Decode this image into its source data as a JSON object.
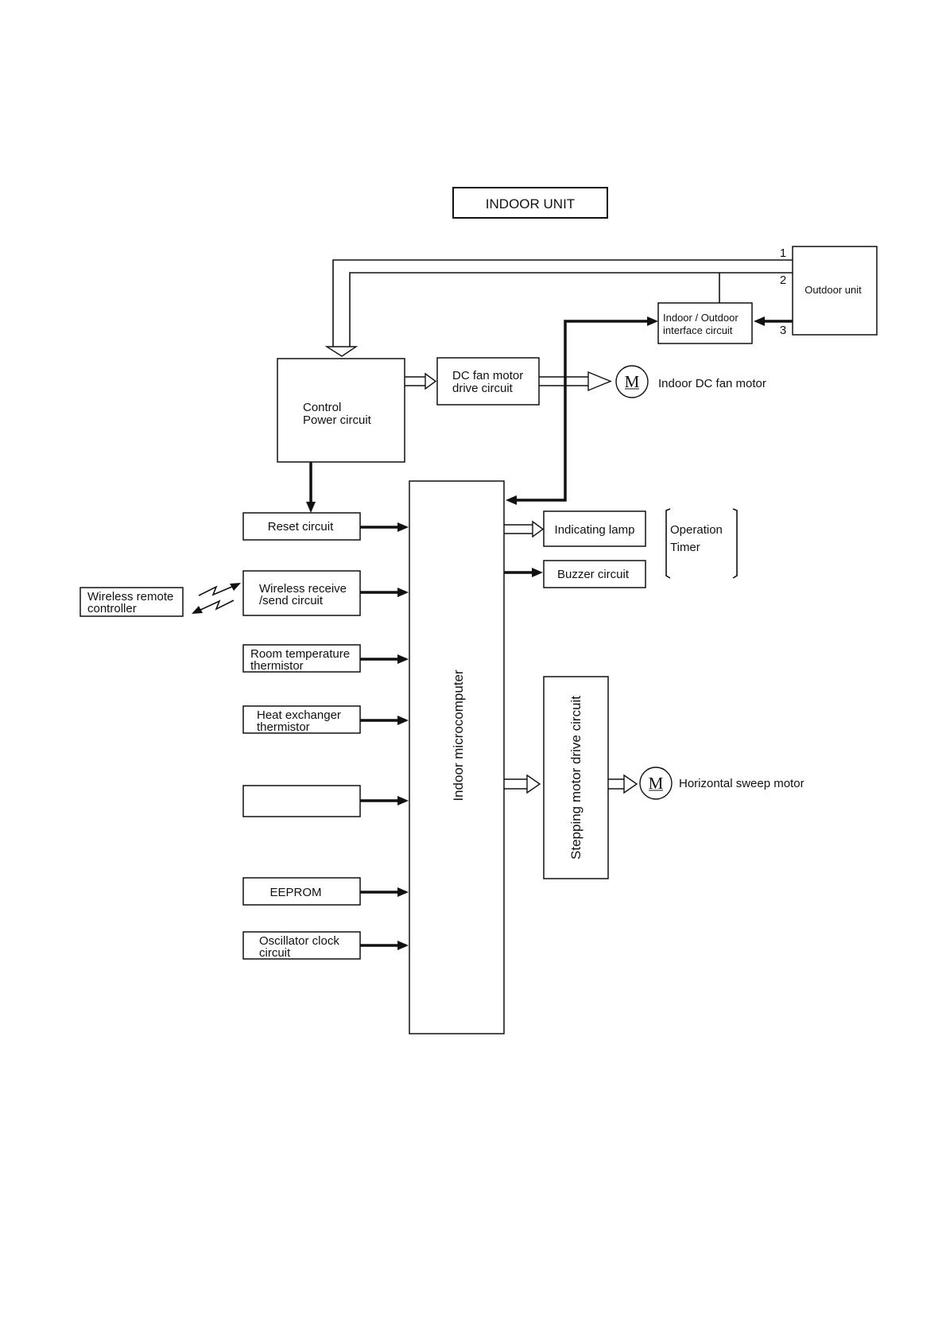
{
  "title": "INDOOR  UNIT",
  "outdoor": {
    "label": "Outdoor unit",
    "terminals": [
      "1",
      "2",
      "3"
    ]
  },
  "interface": {
    "line1": "Indoor / Outdoor",
    "line2": "interface circuit"
  },
  "control_power": {
    "line1": "Control",
    "line2": "Power circuit"
  },
  "dc_fan_drive": {
    "line1": "DC fan motor",
    "line2": "drive circuit"
  },
  "motor_glyph": "M",
  "indoor_fan_motor": "Indoor DC fan motor",
  "reset": "Reset circuit",
  "wireless_remote": {
    "line1": "Wireless remote",
    "line2": "controller"
  },
  "wireless_circuit": {
    "line1": "Wireless receive",
    "line2": "/send circuit"
  },
  "room_thermistor": {
    "line1": "Room temperature",
    "line2": "thermistor"
  },
  "heat_exchanger": {
    "line1": "Heat  exchanger",
    "line2": "thermistor"
  },
  "blank_box": "",
  "eeprom": "EEPROM",
  "oscillator": {
    "line1": "Oscillator clock",
    "line2": "circuit"
  },
  "microcomputer": "Indoor  microcomputer",
  "indicating_lamp": "Indicating  lamp",
  "lamp_group": {
    "line1": "Operation",
    "line2": "Timer"
  },
  "buzzer": "Buzzer  circuit",
  "stepping_motor": "Stepping motor drive circuit",
  "sweep_motor": "Horizontal sweep motor"
}
